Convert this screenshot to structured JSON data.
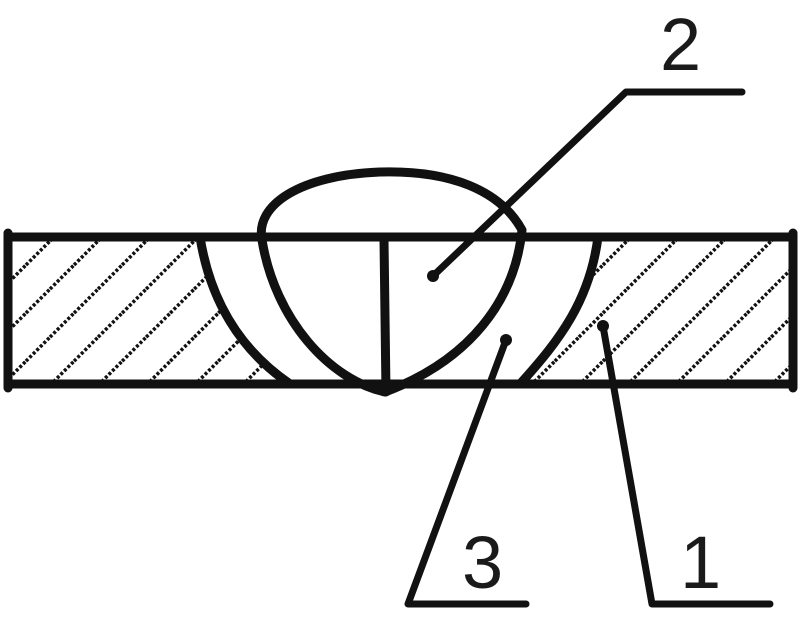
{
  "callouts": [
    {
      "number": "1"
    },
    {
      "number": "2"
    },
    {
      "number": "3"
    }
  ],
  "colors": {
    "line": "#111111",
    "background": "#ffffff",
    "hatch": "#111111"
  }
}
